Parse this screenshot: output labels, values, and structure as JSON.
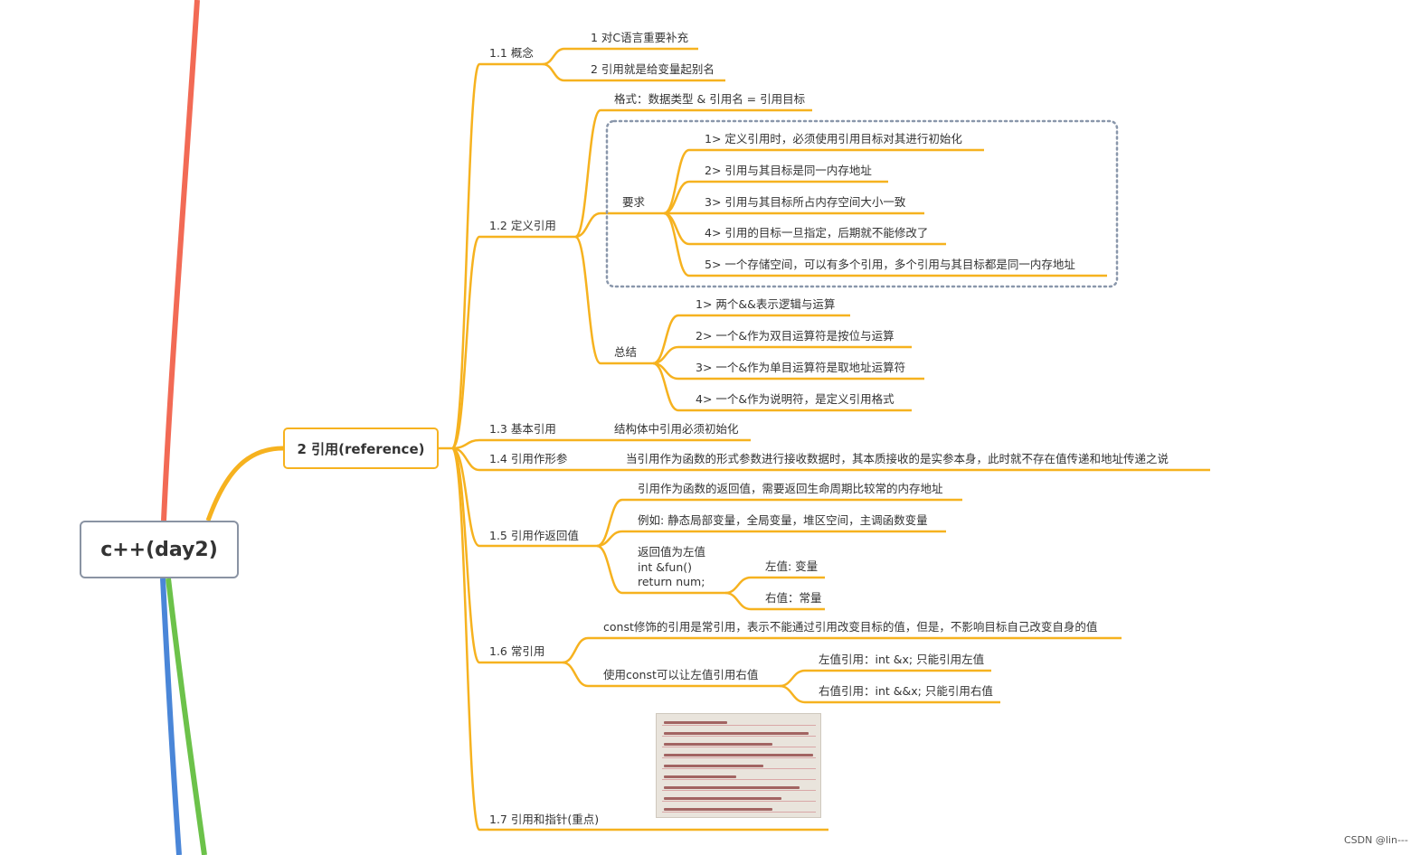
{
  "root": {
    "label": "c++(day2)"
  },
  "main_topic": {
    "label": "2 引用(reference)"
  },
  "sections": {
    "s1_1": {
      "label": "1.1 概念",
      "items": [
        "1 对C语言重要补充",
        "2 引用就是给变量起别名"
      ]
    },
    "s1_2": {
      "label": "1.2 定义引用",
      "format": "格式：数据类型 & 引用名 = 引用目标",
      "requirements_label": "要求",
      "requirements": [
        "1>    定义引用时，必须使用引用目标对其进行初始化",
        "2>    引用与其目标是同一内存地址",
        "3>    引用与其目标所占内存空间大小一致",
        "4>    引用的目标一旦指定，后期就不能修改了",
        "5>    一个存储空间，可以有多个引用，多个引用与其目标都是同一内存地址"
      ],
      "summary_label": "总结",
      "summary": [
        "1>    两个&&表示逻辑与运算",
        "2>    一个&作为双目运算符是按位与运算",
        "3>    一个&作为单目运算符是取地址运算符",
        "4>    一个&作为说明符，是定义引用格式"
      ]
    },
    "s1_3": {
      "label": "1.3 基本引用",
      "note": "结构体中引用必须初始化"
    },
    "s1_4": {
      "label": "1.4 引用作形参",
      "note": "当引用作为函数的形式参数进行接收数据时，其本质接收的是实参本身，此时就不存在值传递和地址传递之说"
    },
    "s1_5": {
      "label": "1.5 引用作返回值",
      "items": [
        "引用作为函数的返回值，需要返回生命周期比较常的内存地址",
        "例如: 静态局部变量，全局变量，堆区空间，主调函数变量"
      ],
      "lvalue_block": "返回值为左值\nint &fun()\nreturn num;",
      "lvalue_children": [
        "左值: 变量",
        "右值：常量"
      ]
    },
    "s1_6": {
      "label": "1.6 常引用",
      "items": [
        "const修饰的引用是常引用，表示不能通过引用改变目标的值，但是，不影响目标自己改变自身的值",
        "使用const可以让左值引用右值"
      ],
      "const_children": [
        "左值引用：int &x; 只能引用左值",
        "右值引用：int &&x; 只能引用右值"
      ]
    },
    "s1_7": {
      "label": "1.7 引用和指针(重点)"
    }
  },
  "watermark": "CSDN @lin---",
  "colors": {
    "branch": "#f6b21f",
    "root_border": "#8a93a3",
    "left_red": "#f26a55",
    "left_blue": "#4a86d8",
    "left_green": "#6cc24a",
    "dotted_box": "#8a97ab"
  }
}
